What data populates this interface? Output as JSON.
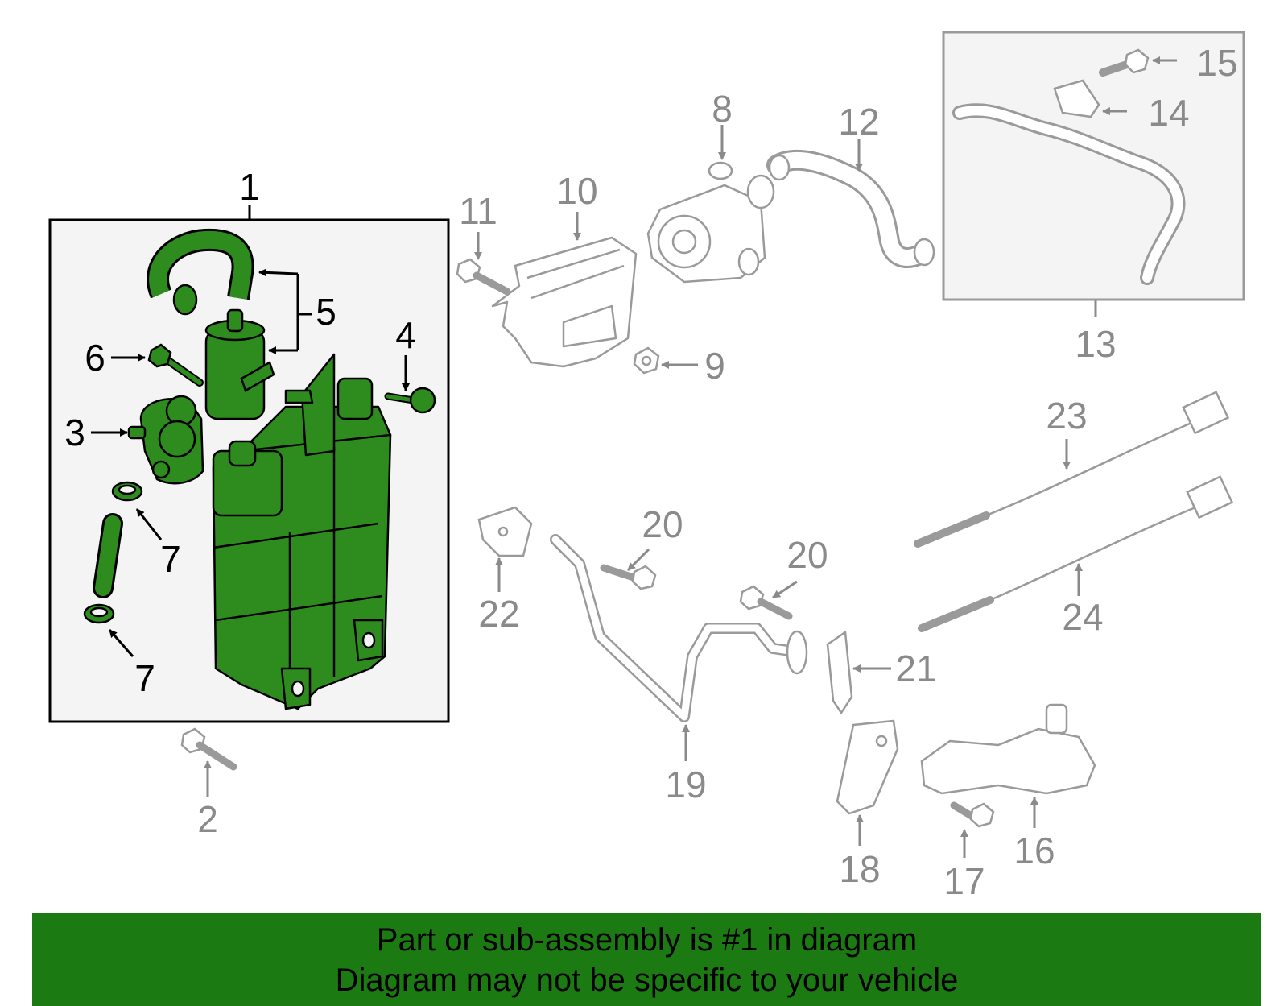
{
  "footer": {
    "line1": "Part or sub-assembly is #1 in diagram",
    "line2": "Diagram may not be specific to your vehicle"
  },
  "colors": {
    "highlight_fill": "#2e8b1e",
    "highlight_stroke": "#000000",
    "other_parts": "#9a9a9a",
    "banner": "#1c7a12"
  },
  "callouts": {
    "c1": "1",
    "c2": "2",
    "c3": "3",
    "c4": "4",
    "c5": "5",
    "c6": "6",
    "c7a": "7",
    "c7b": "7",
    "c8": "8",
    "c9": "9",
    "c10": "10",
    "c11": "11",
    "c12": "12",
    "c13": "13",
    "c14": "14",
    "c15": "15",
    "c16": "16",
    "c17": "17",
    "c18": "18",
    "c19": "19",
    "c20a": "20",
    "c20b": "20",
    "c21": "21",
    "c22": "22",
    "c23": "23",
    "c24": "24"
  }
}
